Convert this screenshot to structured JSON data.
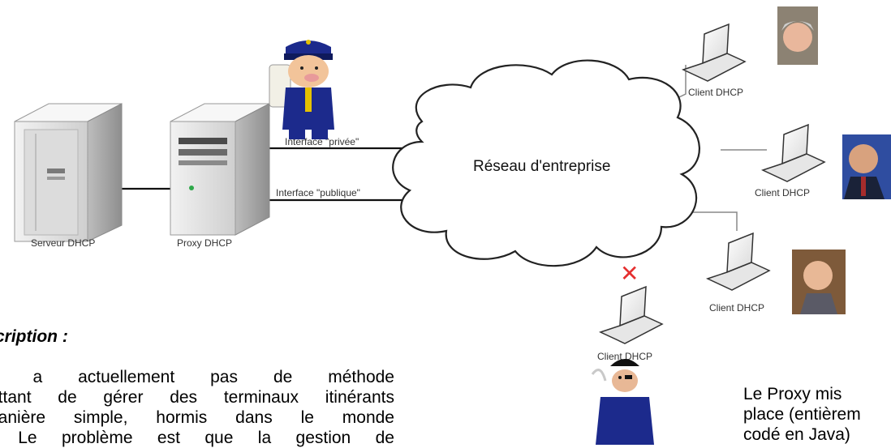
{
  "diagram": {
    "cloud_label": "Réseau d'entreprise",
    "server_label": "Serveur DHCP",
    "proxy_label": "Proxy DHCP",
    "interface_private": "Interface \"privée\"",
    "interface_public": "Interface \"publique\"",
    "clients": [
      {
        "label": "Client DHCP"
      },
      {
        "label": "Client DHCP"
      },
      {
        "label": "Client DHCP"
      },
      {
        "label": "Client DHCP"
      }
    ],
    "blocked_marker": "✕"
  },
  "description": {
    "heading": "cription :",
    "lines": [
      "y a actuellement pas de méthode",
      "ettant de gérer des terminaux itinérants",
      "nanière simple, hormis dans le monde",
      ". Le problème est que la gestion de"
    ]
  },
  "proxy_note": {
    "lines": [
      "Le Proxy mis",
      "place (entièrem",
      "codé en Java)"
    ]
  },
  "colors": {
    "cloud_stroke": "#222222",
    "link_line": "#111111",
    "blocked_marker": "#e53030",
    "server_body": "#e6e6e6"
  }
}
